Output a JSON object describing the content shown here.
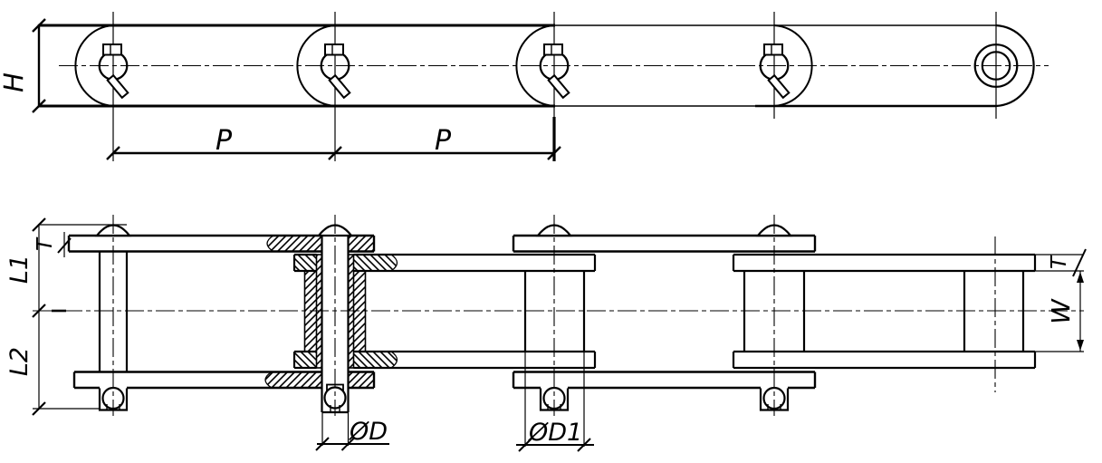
{
  "drawing": {
    "description": "Two-view engineering drawing of a conveyor roller chain with a broken-out section through one pin joint",
    "background_color": "#ffffff",
    "line_color": "#000000"
  },
  "side_view": {
    "labels": {
      "height": "H",
      "pitch_first": "P",
      "pitch_second": "P"
    }
  },
  "plan_view": {
    "labels": {
      "l1": "L1",
      "l2": "L2",
      "plate_thickness_left": "T",
      "plate_thickness_right": "T",
      "inner_width": "W",
      "pin_diameter": "ØD",
      "roller_diameter": "ØD1"
    }
  }
}
